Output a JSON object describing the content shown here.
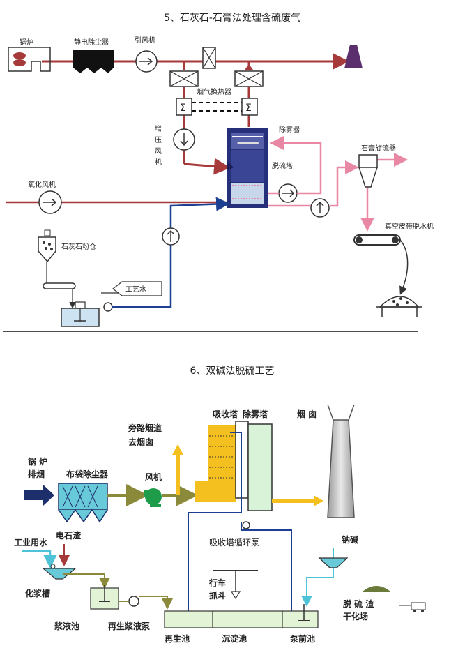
{
  "diagram1": {
    "title": "5、石灰石-石膏法处理含硫废气",
    "labels": {
      "boiler": "锅炉",
      "esp": "静电除尘器",
      "id_fan": "引风机",
      "gas_heat_exchanger": "烟气换热器",
      "booster_fan": [
        "增",
        "压",
        "风",
        "机"
      ],
      "demister": "除雾器",
      "desulfurization_tower": "脱硫塔",
      "gypsum_cyclone": "石膏旋流器",
      "oxidation_fan": "氧化风机",
      "limestone_silo": "石灰石粉仓",
      "process_water": "工艺水",
      "vacuum_belt": "真空皮带脱水机"
    }
  },
  "diagram2": {
    "title": "6、双碱法脱硫工艺",
    "labels": {
      "boiler_exhaust": [
        "锅 炉",
        "排烟"
      ],
      "bag_filter": "布袋除尘器",
      "fan": "风机",
      "bypass": [
        "旁路烟道",
        "去烟囱"
      ],
      "absorber": "吸收塔",
      "demister_tower": "除雾塔",
      "chimney": "烟 囱",
      "industrial_water": "工业用水",
      "lime": "电石渣",
      "slaking_tank": "化浆槽",
      "slurry_tank": "浆液池",
      "regen_pump": "再生浆液泵",
      "circ_pump": "吸收塔循环泵",
      "crane": [
        "行车",
        "抓斗"
      ],
      "soda": "钠碱",
      "sludge_dry": [
        "脱 硫 渣",
        "干化场"
      ],
      "regen_pool": "再生池",
      "settling_pool": "沉淀池",
      "pump_pool": "泵前池"
    }
  },
  "colors": {
    "flue": "#a63a3a",
    "pink": "#e888a5",
    "blue": "#1c3f92",
    "tower": "#26307a",
    "yellow": "#f3c020",
    "green_fan": "#1f9c4a",
    "gray": "#555555"
  }
}
